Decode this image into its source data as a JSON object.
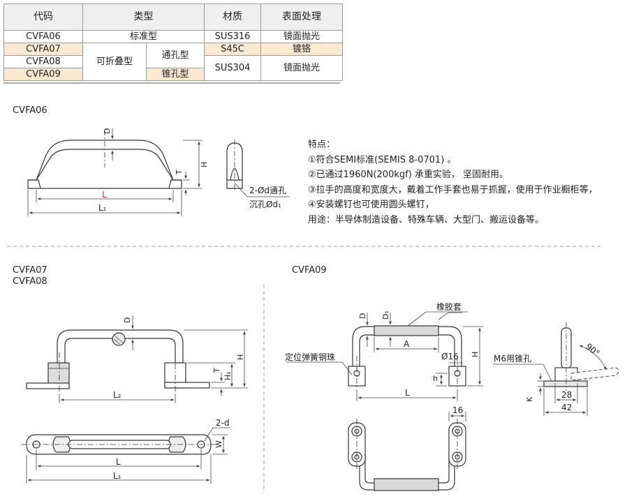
{
  "table": {
    "headers": [
      "代码",
      "类型",
      "材质",
      "表面处理"
    ],
    "rows": [
      {
        "code": "CVFA06",
        "type": "标准型",
        "material": "SUS316",
        "finish": "镜面抛光"
      },
      {
        "code": "CVFA07",
        "folding": "可折叠型",
        "subtype": "通孔型",
        "material": "S45C",
        "finish": "镀铬"
      },
      {
        "code": "CVFA08",
        "material": "SUS304",
        "finish": "镜面抛光"
      },
      {
        "code": "CVFA09",
        "subtype": "锥孔型"
      }
    ]
  },
  "sections": {
    "cvfa06": "CVFA06",
    "cvfa07": "CVFA07",
    "cvfa08": "CVFA08",
    "cvfa09": "CVFA09"
  },
  "features": {
    "heading": "特点：",
    "items": [
      "①符合SEMI标准(SEMIS 8-0701) 。",
      "②已通过1960N(200kgf) 承重实验， 坚固耐用。",
      "③拉手的高度和宽度大，戴着工作手套也易于抓握，使用于作业橱柜等，",
      "④安装螺钉也可使用圆头螺钉，"
    ],
    "usage": "用途：半导体制造设备、特殊车辆、大型门、搬运设备等。"
  },
  "dims": {
    "D": "D",
    "H": "H",
    "T": "T",
    "L": "L",
    "L1": "L₁",
    "L2": "L₂",
    "H1": "H₁",
    "W": "W",
    "two_d": "2-d",
    "hole_line1": "2-Ød通孔",
    "hole_line2": "沉孔Ød₁",
    "D1": "D₁",
    "A": "A",
    "dia16": "Ø16",
    "h": "h",
    "K": "K",
    "w16": "16",
    "w28": "28",
    "w42": "42",
    "angle": "90°",
    "rubber": "橡胶套",
    "ball": "定位弹簧钢珠",
    "m6": "M6用锥孔"
  },
  "colors": {
    "line": "#333333",
    "dim": "#444444",
    "highlight": "#fce9d2",
    "accent_red": "#e02020",
    "grip": "#d9d9d9"
  }
}
